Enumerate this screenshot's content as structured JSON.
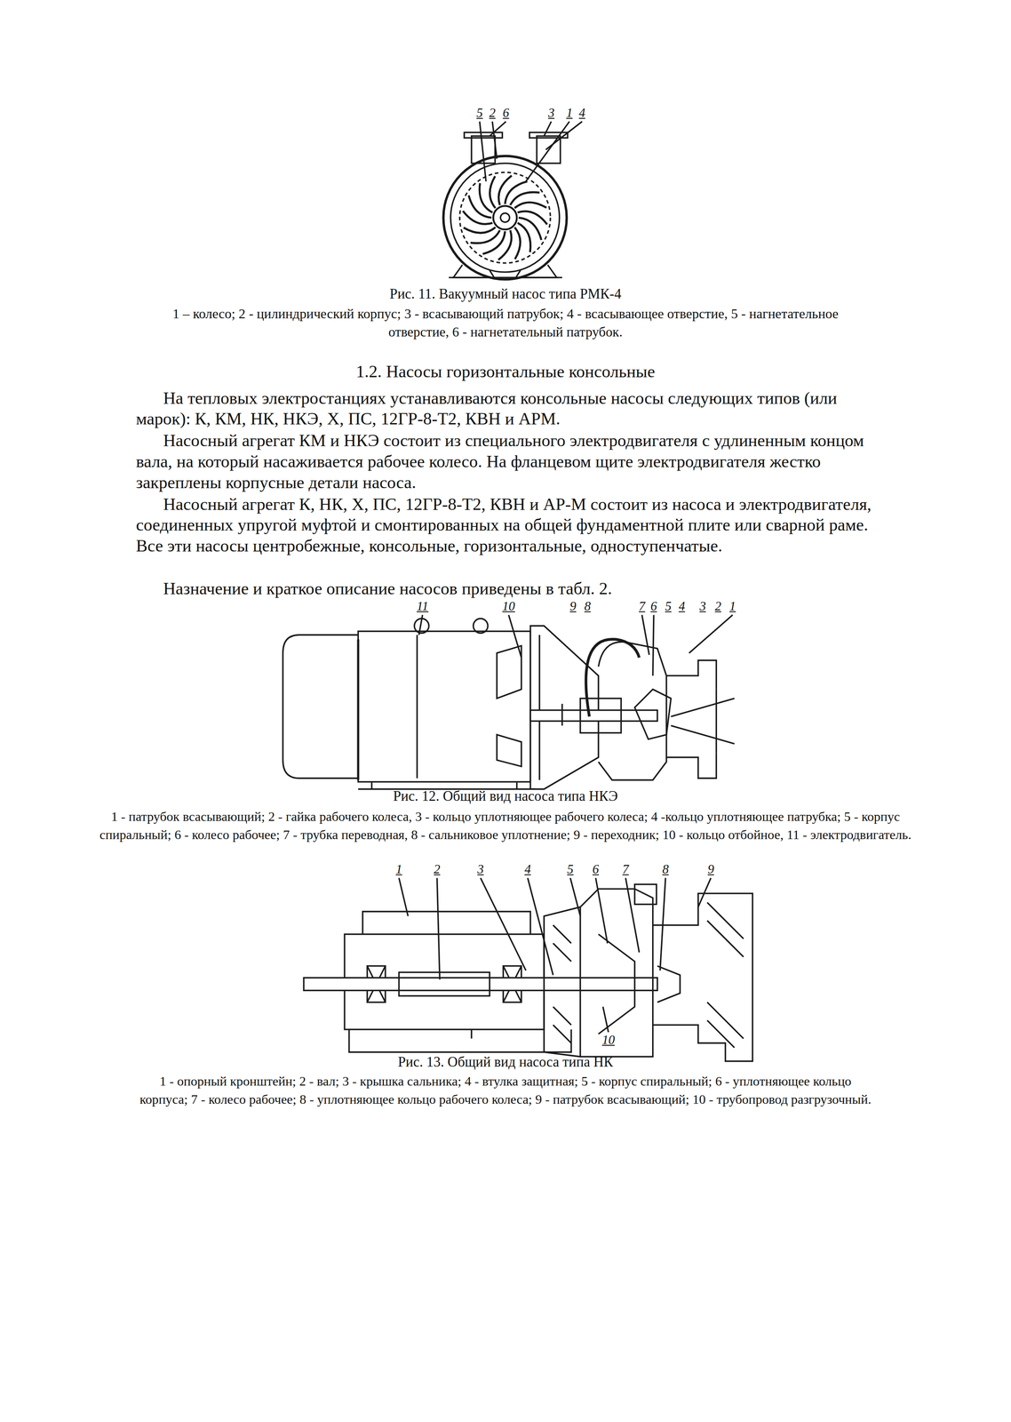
{
  "diagram": {
    "title": "1.2. Насосы горизонтальные консольные",
    "labels": [
      "5",
      "2",
      "6",
      "3",
      "1",
      "4",
      "Рис. 11. Вакуумный насос типа РМК-4",
      "1 – колесо; 2 - цилиндрический корпус; 3 - всасывающий патрубок; 4 - всасывающее отверстие, 5 - нагнетательное отверстие, 6 - нагнетательный патрубок.",
      "На тепловых электростанциях устанавливаются консольные насосы следующих типов (или марок): К, КМ, НК, НКЭ, Х, ПС, 12ГР-8-Т2, КВН и АРМ.",
      "Насосный агрегат КМ и НКЭ состоит из специального электродвигателя с удлиненным концом вала, на который насаживается рабочее колесо. На фланцевом щите электродвигателя жестко закреплены корпусные детали насоса.",
      "Насосный агрегат К, НК, Х, ПС, 12ГР-8-Т2, КВН и АР-М состоит из насоса и электродвигателя, соединенных упругой муфтой и смонтированных на общей фундаментной плите или сварной раме. Все эти насосы центробежные, консольные, горизонтальные, одноступенчатые.",
      "Назначение и краткое описание насосов приведены в табл. 2.",
      "11",
      "10",
      "9",
      "8",
      "7",
      "6",
      "5",
      "4",
      "3",
      "2",
      "1",
      "Рис. 12. Общий вид насоса типа НКЭ",
      "1 - патрубок всасывающий; 2 - гайка рабочего колеса, 3 - кольцо уплотняющее рабочего колеса; 4 -кольцо уплотняющее патрубка; 5 - корпус спиральный; 6 - колесо рабочее; 7 - трубка переводная, 8 - сальниковое уплотнение; 9 - переходник; 10 - кольцо отбойное, 11 - электродвигатель.",
      "1",
      "2",
      "3",
      "4",
      "5",
      "6",
      "7",
      "8",
      "9",
      "10",
      "Рис. 13. Общий вид насоса типа НК",
      "1 - опорный кронштейн; 2 - вал; 3 - крышка сальника; 4 - втулка защитная; 5 - корпус спиральный; 6 - уплотняющее кольцо корпуса; 7 - колесо рабочее; 8 - уплотняющее кольцо рабочего колеса; 9 - патрубок всасывающий; 10 - трубопровод разгрузочный."
    ]
  }
}
